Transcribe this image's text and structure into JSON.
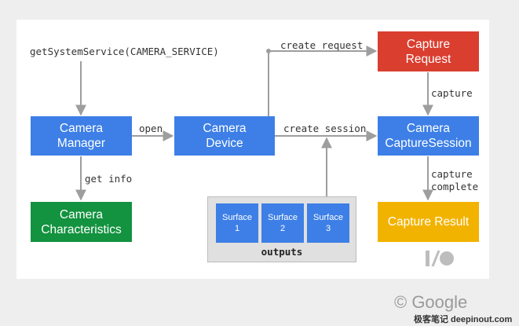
{
  "nodes": {
    "camera_manager": [
      "Camera",
      "Manager"
    ],
    "camera_device": [
      "Camera",
      "Device"
    ],
    "capture_request": [
      "Capture",
      "Request"
    ],
    "capture_session": [
      "Camera",
      "CaptureSession"
    ],
    "camera_characteristics": [
      "Camera",
      "Characteristics"
    ],
    "capture_result": "Capture Result"
  },
  "edges": {
    "get_system_service": "getSystemService(CAMERA_SERVICE)",
    "open": "open",
    "create_request": "create request",
    "create_session": "create session",
    "capture": "capture",
    "capture_complete": [
      "capture",
      "complete"
    ],
    "get_info": "get info"
  },
  "outputs": {
    "label": "outputs",
    "surfaces": [
      {
        "name": "Surface",
        "num": "1"
      },
      {
        "name": "Surface",
        "num": "2"
      },
      {
        "name": "Surface",
        "num": "3"
      }
    ]
  },
  "footer": {
    "copyright": "© Google",
    "watermark": "极客笔记 deepinout.com"
  },
  "colors": {
    "blue": "#3d7fe6",
    "red": "#da3e2f",
    "green": "#13923f",
    "yellow": "#f2b300",
    "arrow": "#9e9e9e"
  }
}
